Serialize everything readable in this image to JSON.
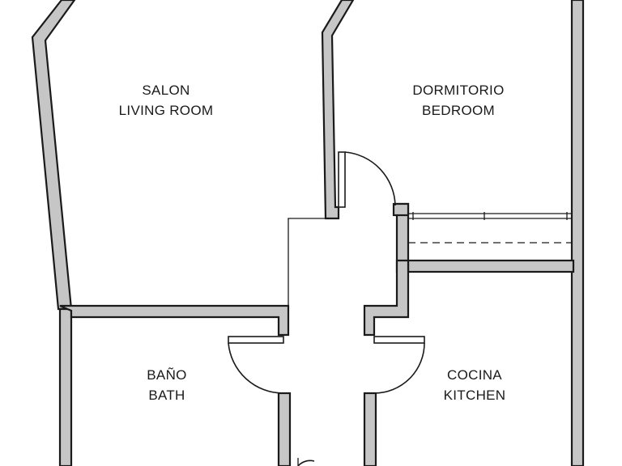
{
  "rooms": {
    "salon": {
      "line1": "SALON",
      "line2": "LIVING ROOM"
    },
    "dormitorio": {
      "line1": "DORMITORIO",
      "line2": "BEDROOM"
    },
    "bano": {
      "line1": "BAÑO",
      "line2": "BATH"
    },
    "cocina": {
      "line1": "COCINA",
      "line2": "KITCHEN"
    }
  },
  "colors": {
    "wall_fill": "#c6c6c6",
    "wall_outline": "#1a1a1a",
    "background": "#ffffff"
  }
}
